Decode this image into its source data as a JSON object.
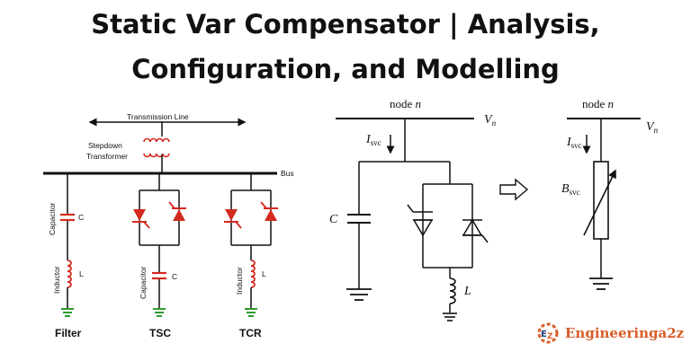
{
  "title": {
    "line1": "Static Var Compensator | Analysis,",
    "line2": "Configuration, and Modelling"
  },
  "left_diagram": {
    "transmission_line": "Transmission Line",
    "stepdown_transformer": [
      "Stepdown",
      "Transformer"
    ],
    "bus": "Bus",
    "filter": {
      "capacitor": "Capacitor",
      "capacitor_symbol": "C",
      "inductor": "Inductor",
      "inductor_symbol": "L",
      "label": "Filter"
    },
    "tsc": {
      "capacitor": "Capacitor",
      "capacitor_symbol": "C",
      "label": "TSC"
    },
    "tcr": {
      "inductor": "Inductor",
      "inductor_symbol": "L",
      "label": "TCR"
    }
  },
  "middle_diagram": {
    "node": "node",
    "node_var": "n",
    "voltage": "V",
    "voltage_sub": "n",
    "current": "I",
    "current_sub": "svc",
    "capacitor": "C",
    "inductor": "L"
  },
  "right_diagram": {
    "node": "node",
    "node_var": "n",
    "voltage": "V",
    "voltage_sub": "n",
    "current": "I",
    "current_sub": "svc",
    "susceptance": "B",
    "susceptance_sub": "svc"
  },
  "brand": {
    "name": "Engineeringa2z",
    "logo_icon": "gear-logo-icon"
  },
  "colors": {
    "line": "#111111",
    "component": "#d42a1f",
    "ground": "#2e9b2e",
    "brand": "#d95d2a"
  }
}
